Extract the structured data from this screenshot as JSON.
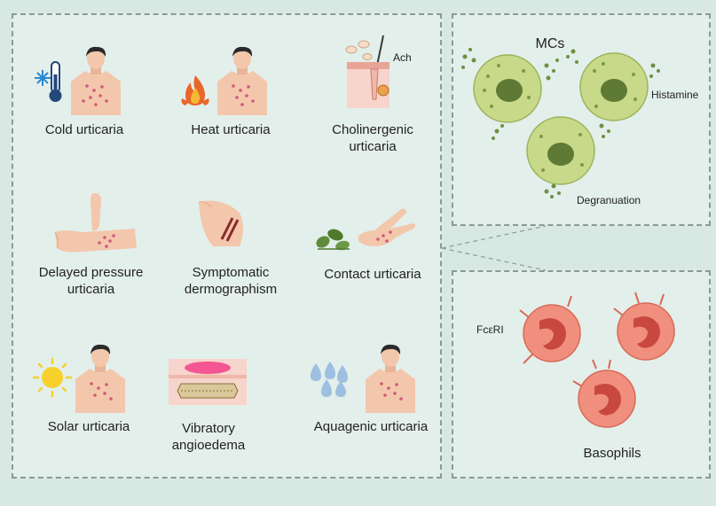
{
  "types": {
    "cold": "Cold urticaria",
    "heat": "Heat urticaria",
    "cholinergic": [
      "Cholinergenic",
      "urticaria"
    ],
    "delayed_pressure": [
      "Delayed pressure",
      "urticaria"
    ],
    "dermographism": [
      "Symptomatic",
      "dermographism"
    ],
    "contact": "Contact urticaria",
    "solar": "Solar urticaria",
    "vibratory": [
      "Vibratory",
      "angioedema"
    ],
    "aquagenic": "Aquagenic urticaria"
  },
  "annotations": {
    "ach": "Ach"
  },
  "mast_cells": {
    "title": "MCs",
    "histamine": "Histamine",
    "degranulation": "Degranuation"
  },
  "basophils": {
    "title": "Basophils",
    "receptor": "FcεRI"
  },
  "colors": {
    "panel_border": "#8a9a94",
    "mast_cell": "#c8d98a",
    "mast_nucleus": "#5e7a35",
    "basophil": "#f08f7d",
    "basophil_nucleus": "#c8483f",
    "skin": "#f3c7ac",
    "rash": "#d3587a"
  }
}
